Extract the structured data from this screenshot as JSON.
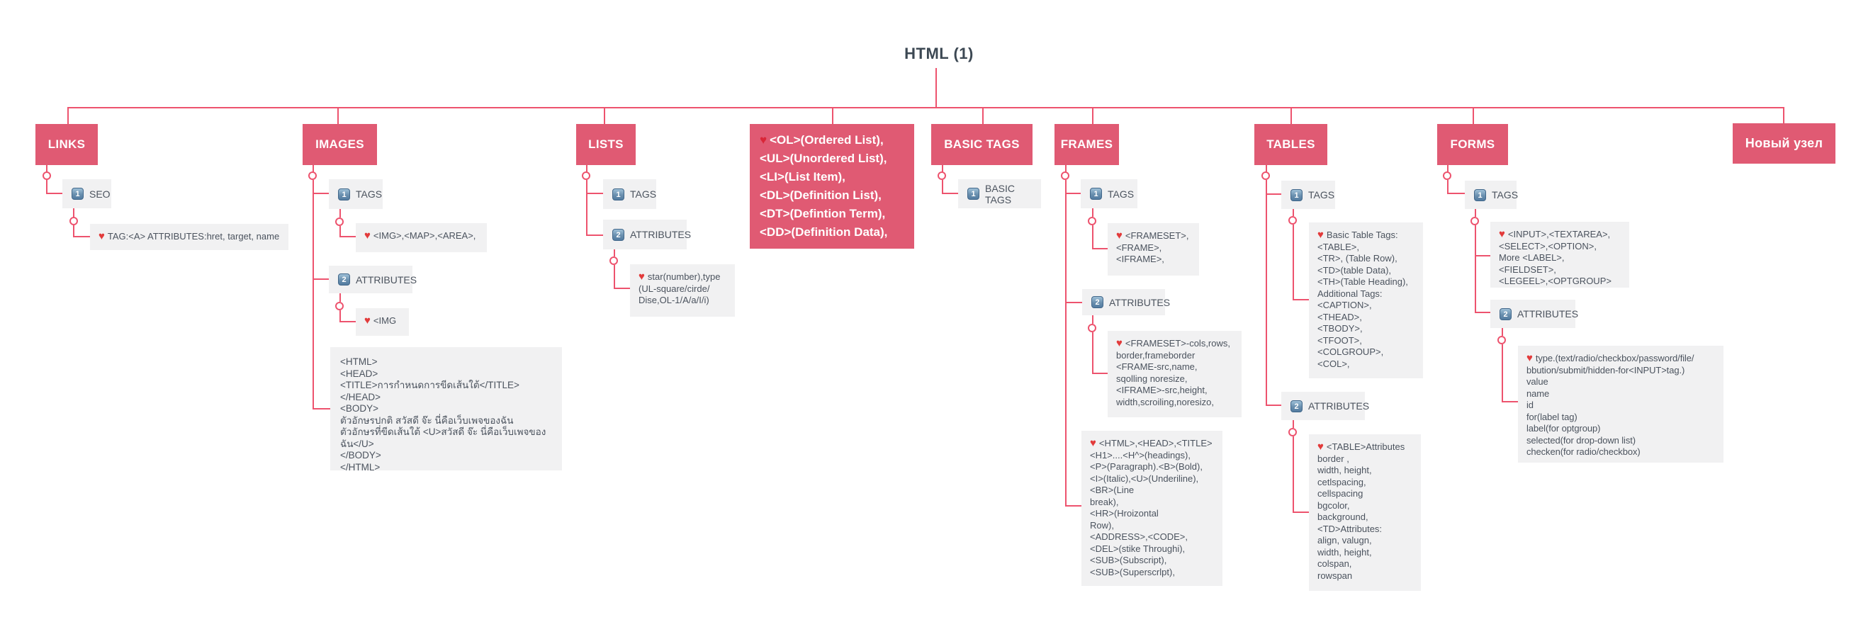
{
  "root": {
    "label": "HTML (1)"
  },
  "links": {
    "title": "LINKS",
    "seo": {
      "badge": "1",
      "label": "SEO"
    },
    "tag_leaf": "TAG:<A> ATTRIBUTES:hret, target, name"
  },
  "images": {
    "title": "IMAGES",
    "tags": {
      "badge": "1",
      "label": "TAGS"
    },
    "tags_leaf": "<IMG>,<MAP>,<AREA>,",
    "attributes": {
      "badge": "2",
      "label": "ATTRIBUTES"
    },
    "attributes_leaf": "<IMG",
    "code_leaf": "<HTML>\n<HEAD>\n<TITLE>การกำหนดการขีดเส้นใต้</TITLE>\n</HEAD>\n<BODY>\nตัวอักษรปกติ สวัสดี จ๊ะ นี่คือเว็บเพจของฉัน\nตัวอักษรที่ขีดเส้นใต้ <U>สวัสดี จ๊ะ นี่คือเว็บเพจของฉัน</U>\n</BODY>\n</HTML>"
  },
  "lists": {
    "title": "LISTS",
    "tags": {
      "badge": "1",
      "label": "TAGS"
    },
    "attributes": {
      "badge": "2",
      "label": "ATTRIBUTES"
    },
    "attributes_leaf": "star(number),type\n(UL-square/cirde/\nDise,OL-1/A/a/I/i)"
  },
  "list_detail_node": {
    "text": "<OL>(Ordered List),\n<UL>(Unordered List),\n<LI>(List Item),\n<DL>(Definition List),\n<DT>(Defintion Term),\n<DD>(Definition Data),"
  },
  "basic_tags": {
    "title": "BASIC TAGS",
    "child": {
      "badge": "1",
      "label": "BASIC TAGS"
    }
  },
  "frames": {
    "title": "FRAMES",
    "tags": {
      "badge": "1",
      "label": "TAGS"
    },
    "tags_leaf": "<FRAMESET>,\n<FRAME>,\n<IFRAME>,",
    "attributes": {
      "badge": "2",
      "label": "ATTRIBUTES"
    },
    "attributes_leaf": "<FRAMESET>-cols,rows,\nborder,frameborder\n<FRAME-src,name,\nsqolling noresize,\n<IFRAME>-src,height,\nwidth,scroiling,noresizo,",
    "headings_leaf": "<HTML>,<HEAD>,<TITLE>\n<H1>....<H^>(headings),\n<P>(Paragraph).<B>(Bold),\n<I>(Italic),<U>(Underiline),\n<BR>(Line\nbreak),\n<HR>(Hroizontal\nRow),\n<ADDRESS>,<CODE>,\n<DEL>(stike Throughi),\n<SUB>(Subscript),\n<SUB>(Superscrlpt),"
  },
  "tables": {
    "title": "TABLES",
    "tags": {
      "badge": "1",
      "label": "TAGS"
    },
    "tags_leaf": "Basic Table Tags:\n<TABLE>,\n<TR>, (Table Row),\n<TD>(table Data),\n<TH>(Table Heading),\nAdditional Tags:\n<CAPTION>,\n<THEAD>,\n<TBODY>,\n<TFOOT>,\n<COLGROUP>,\n<COL>,",
    "attributes": {
      "badge": "2",
      "label": "ATTRIBUTES"
    },
    "attributes_leaf": "<TABLE>Attributes\nborder ,\nwidth, height,\ncetlspacing,\ncellspacing\nbgcolor,\nbackground,\n<TD>Attributes:\nalign, valugn,\nwidth, height,\ncolspan,\nrowspan"
  },
  "forms": {
    "title": "FORMS",
    "tags": {
      "badge": "1",
      "label": "TAGS"
    },
    "tags_leaf": "<INPUT>,<TEXTAREA>,\n<SELECT>,<OPTION>,\nMore <LABEL>,<FIELDSET>,\n<LEGEEL>,<OPTGROUP>",
    "attributes": {
      "badge": "2",
      "label": "ATTRIBUTES"
    },
    "attributes_leaf": "type.(text/radio/checkbox/password/file/\nbbution/submit/hidden-for<INPUT>tag.)\nvalue\nname\nid\nfor(label tag)\nlabel(for optgroup)\nselected(for drop-down list)\nchecken(for radio/checkbox)"
  },
  "new_node": {
    "title": "Новый узел"
  },
  "colors": {
    "branch_pink": "#E05A73",
    "line_pink": "#ED536E",
    "leaf_bg": "#F1F1F2",
    "text_dark": "#4B535E"
  }
}
